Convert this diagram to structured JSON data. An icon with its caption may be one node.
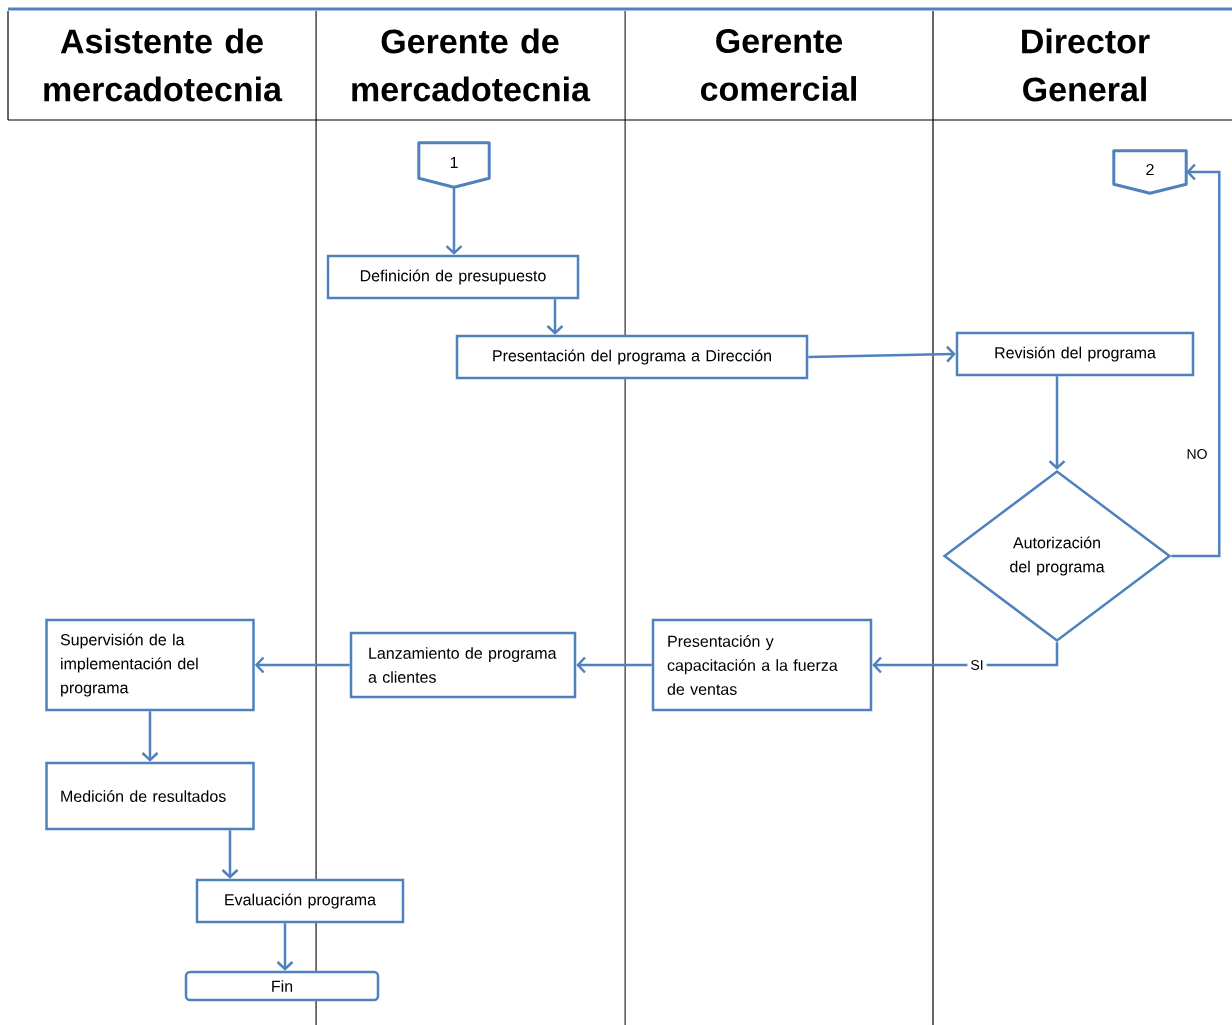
{
  "diagram": {
    "nodes": [
      {
        "text": [
          "Asistente de mercadotecnia"
        ]
      },
      {
        "text": [
          "Gerente de mercadotecnia"
        ]
      },
      {
        "text": [
          "Gerente comercial"
        ]
      },
      {
        "text": [
          "Director General"
        ]
      },
      {
        "text": [
          "1"
        ]
      },
      {
        "text": [
          "Definición de presupuesto"
        ]
      },
      {
        "text": [
          "Presentación del programa a Dirección"
        ]
      },
      {
        "text": [
          "Revisión del programa"
        ]
      },
      {
        "text": [
          "Autorización del programa"
        ]
      },
      {
        "text": [
          "2"
        ]
      },
      {
        "text": [
          "Presentación y capacitación a la fuerza de ventas"
        ]
      },
      {
        "text": [
          "Lanzamiento de programa a clientes"
        ]
      },
      {
        "text": [
          "Supervisión de la implementación del programa"
        ]
      },
      {
        "text": [
          "Medición de resultados"
        ]
      },
      {
        "text": [
          "Evaluación programa"
        ]
      },
      {
        "text": [
          "Fin"
        ]
      }
    ],
    "edges": [
      {
        "from": 4,
        "to": 5,
        "arrow": "to"
      },
      {
        "from": 5,
        "to": 6,
        "arrow": "to"
      },
      {
        "from": 6,
        "to": 7,
        "arrow": "to"
      },
      {
        "from": 7,
        "to": 8,
        "arrow": "to"
      },
      {
        "from": 8,
        "to": 9,
        "arrow": "to",
        "label": "NO"
      },
      {
        "from": 8,
        "to": 10,
        "arrow": "to",
        "label": "SI"
      },
      {
        "from": 10,
        "to": 11,
        "arrow": "to"
      },
      {
        "from": 11,
        "to": 12,
        "arrow": "to"
      },
      {
        "from": 12,
        "to": 13,
        "arrow": "to"
      },
      {
        "from": 13,
        "to": 14,
        "arrow": "to"
      },
      {
        "from": 14,
        "to": 15,
        "arrow": "to"
      }
    ]
  }
}
